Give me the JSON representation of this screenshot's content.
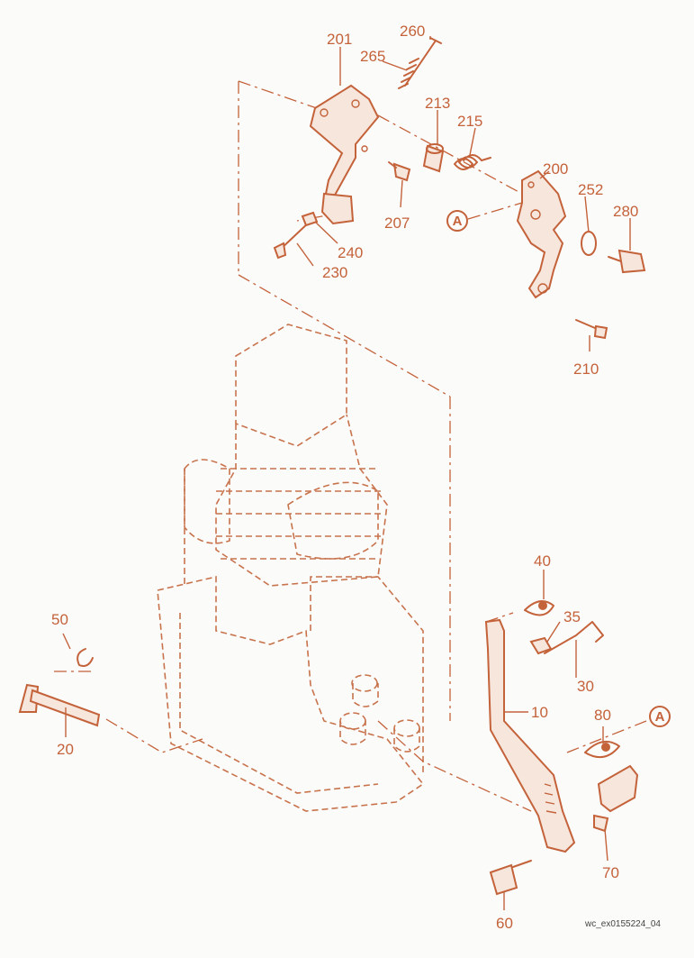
{
  "diagram": {
    "parts": [
      {
        "id": "p260",
        "label": "260"
      },
      {
        "id": "p201",
        "label": "201"
      },
      {
        "id": "p265",
        "label": "265"
      },
      {
        "id": "p213",
        "label": "213"
      },
      {
        "id": "p215",
        "label": "215"
      },
      {
        "id": "p200",
        "label": "200"
      },
      {
        "id": "p252",
        "label": "252"
      },
      {
        "id": "p280",
        "label": "280"
      },
      {
        "id": "p207",
        "label": "207"
      },
      {
        "id": "p240",
        "label": "240"
      },
      {
        "id": "p230",
        "label": "230"
      },
      {
        "id": "p210",
        "label": "210"
      },
      {
        "id": "p40",
        "label": "40"
      },
      {
        "id": "p35",
        "label": "35"
      },
      {
        "id": "p30",
        "label": "30"
      },
      {
        "id": "p10",
        "label": "10"
      },
      {
        "id": "p80",
        "label": "80"
      },
      {
        "id": "p50",
        "label": "50"
      },
      {
        "id": "p20",
        "label": "20"
      },
      {
        "id": "p70",
        "label": "70"
      },
      {
        "id": "p60",
        "label": "60"
      }
    ],
    "ref_marks": {
      "top": "A",
      "bottom": "A"
    },
    "figure_code": "wc_ex0155224_04"
  }
}
